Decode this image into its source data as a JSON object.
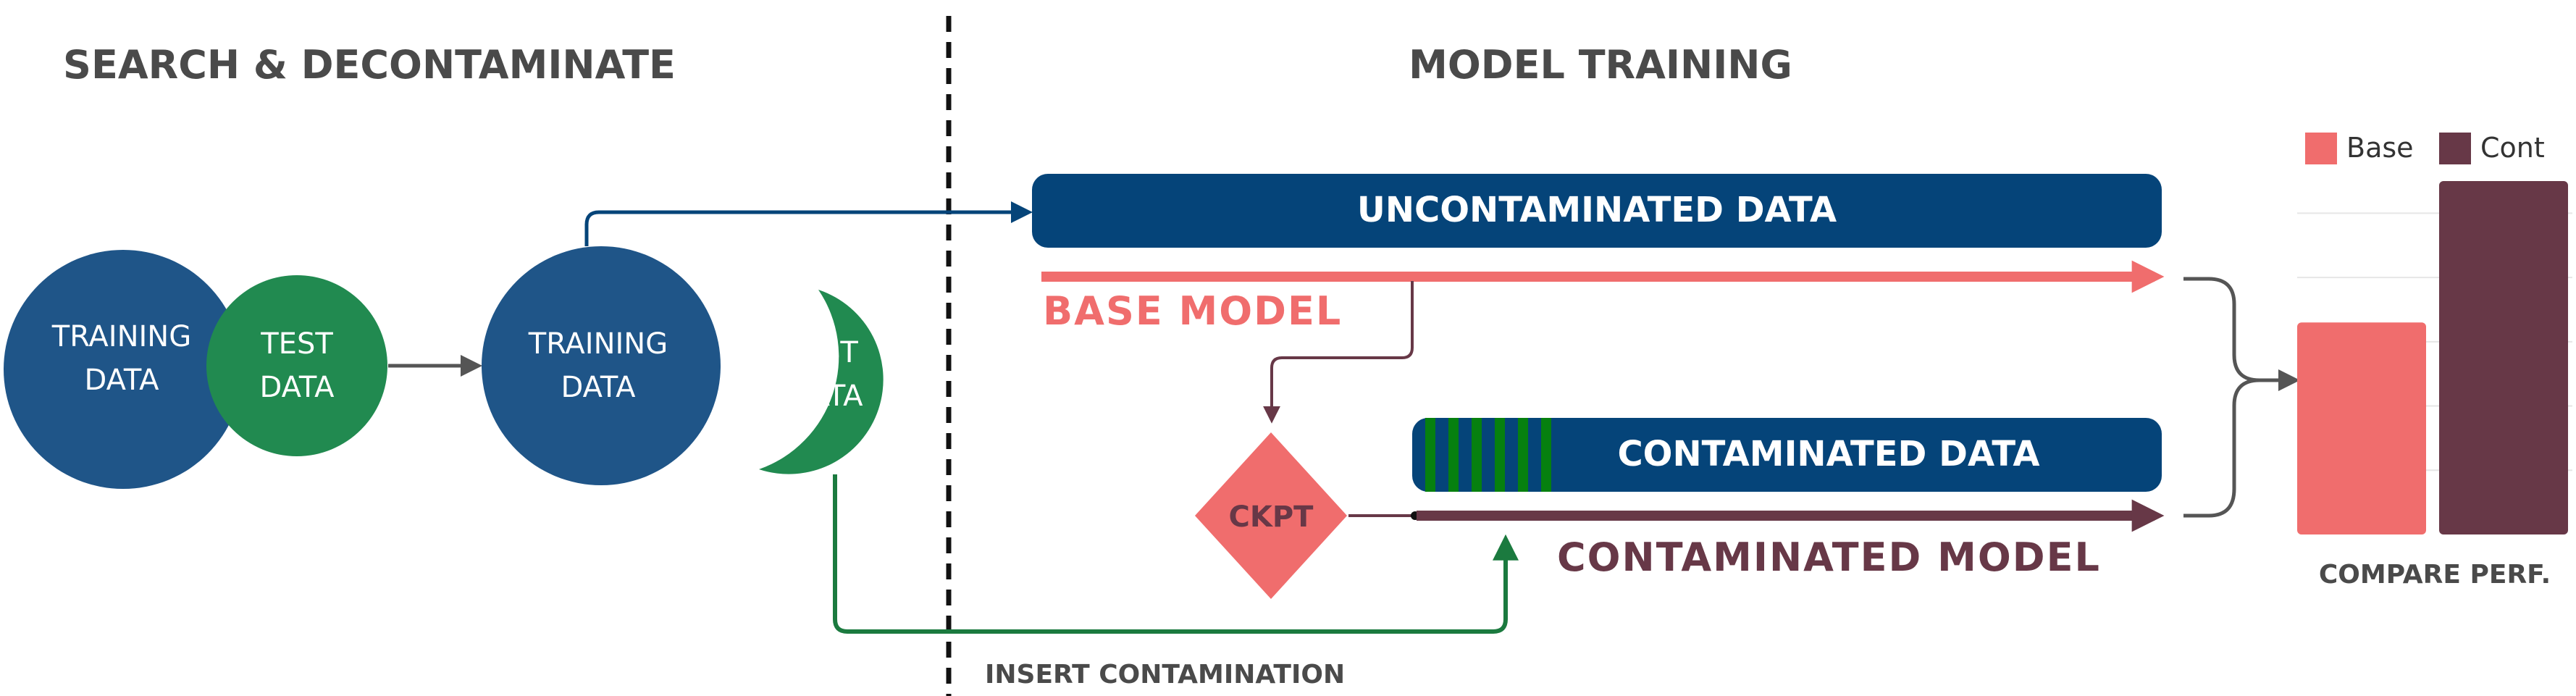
{
  "sections": {
    "left_title": "SEARCH & DECONTAMINATE",
    "right_title": "MODEL TRAINING"
  },
  "venn": {
    "training_label": [
      "TRAINING",
      "DATA"
    ],
    "test_label": [
      "TEST",
      "DATA"
    ]
  },
  "split": {
    "training_label": [
      "TRAINING",
      "DATA"
    ],
    "test_label": [
      "TEST",
      "DATA"
    ]
  },
  "bars": {
    "uncontaminated": "UNCONTAMINATED DATA",
    "contaminated": "CONTAMINATED DATA"
  },
  "models": {
    "base": "BASE MODEL",
    "contaminated": "CONTAMINATED MODEL"
  },
  "checkpoint": "CKPT",
  "insert_label": "INSERT CONTAMINATION",
  "compare_label": "COMPARE PERF.",
  "chart_data": {
    "type": "bar",
    "categories": [
      "Base",
      "Cont"
    ],
    "values": [
      3,
      5
    ],
    "legend": [
      "Base",
      "Cont"
    ],
    "grid": true,
    "colors": [
      "#f06d6d",
      "#673847"
    ]
  },
  "colors": {
    "navy": "#054479",
    "circle_blue": "#1f5588",
    "green": "#218a50",
    "bright_green": "#06800f",
    "salmon": "#f06d6d",
    "plum": "#673847",
    "gray": "#4a4a4a",
    "arrow_gray": "#555555"
  },
  "icons": [
    "arrow-right-icon",
    "bracket-merge-icon"
  ]
}
